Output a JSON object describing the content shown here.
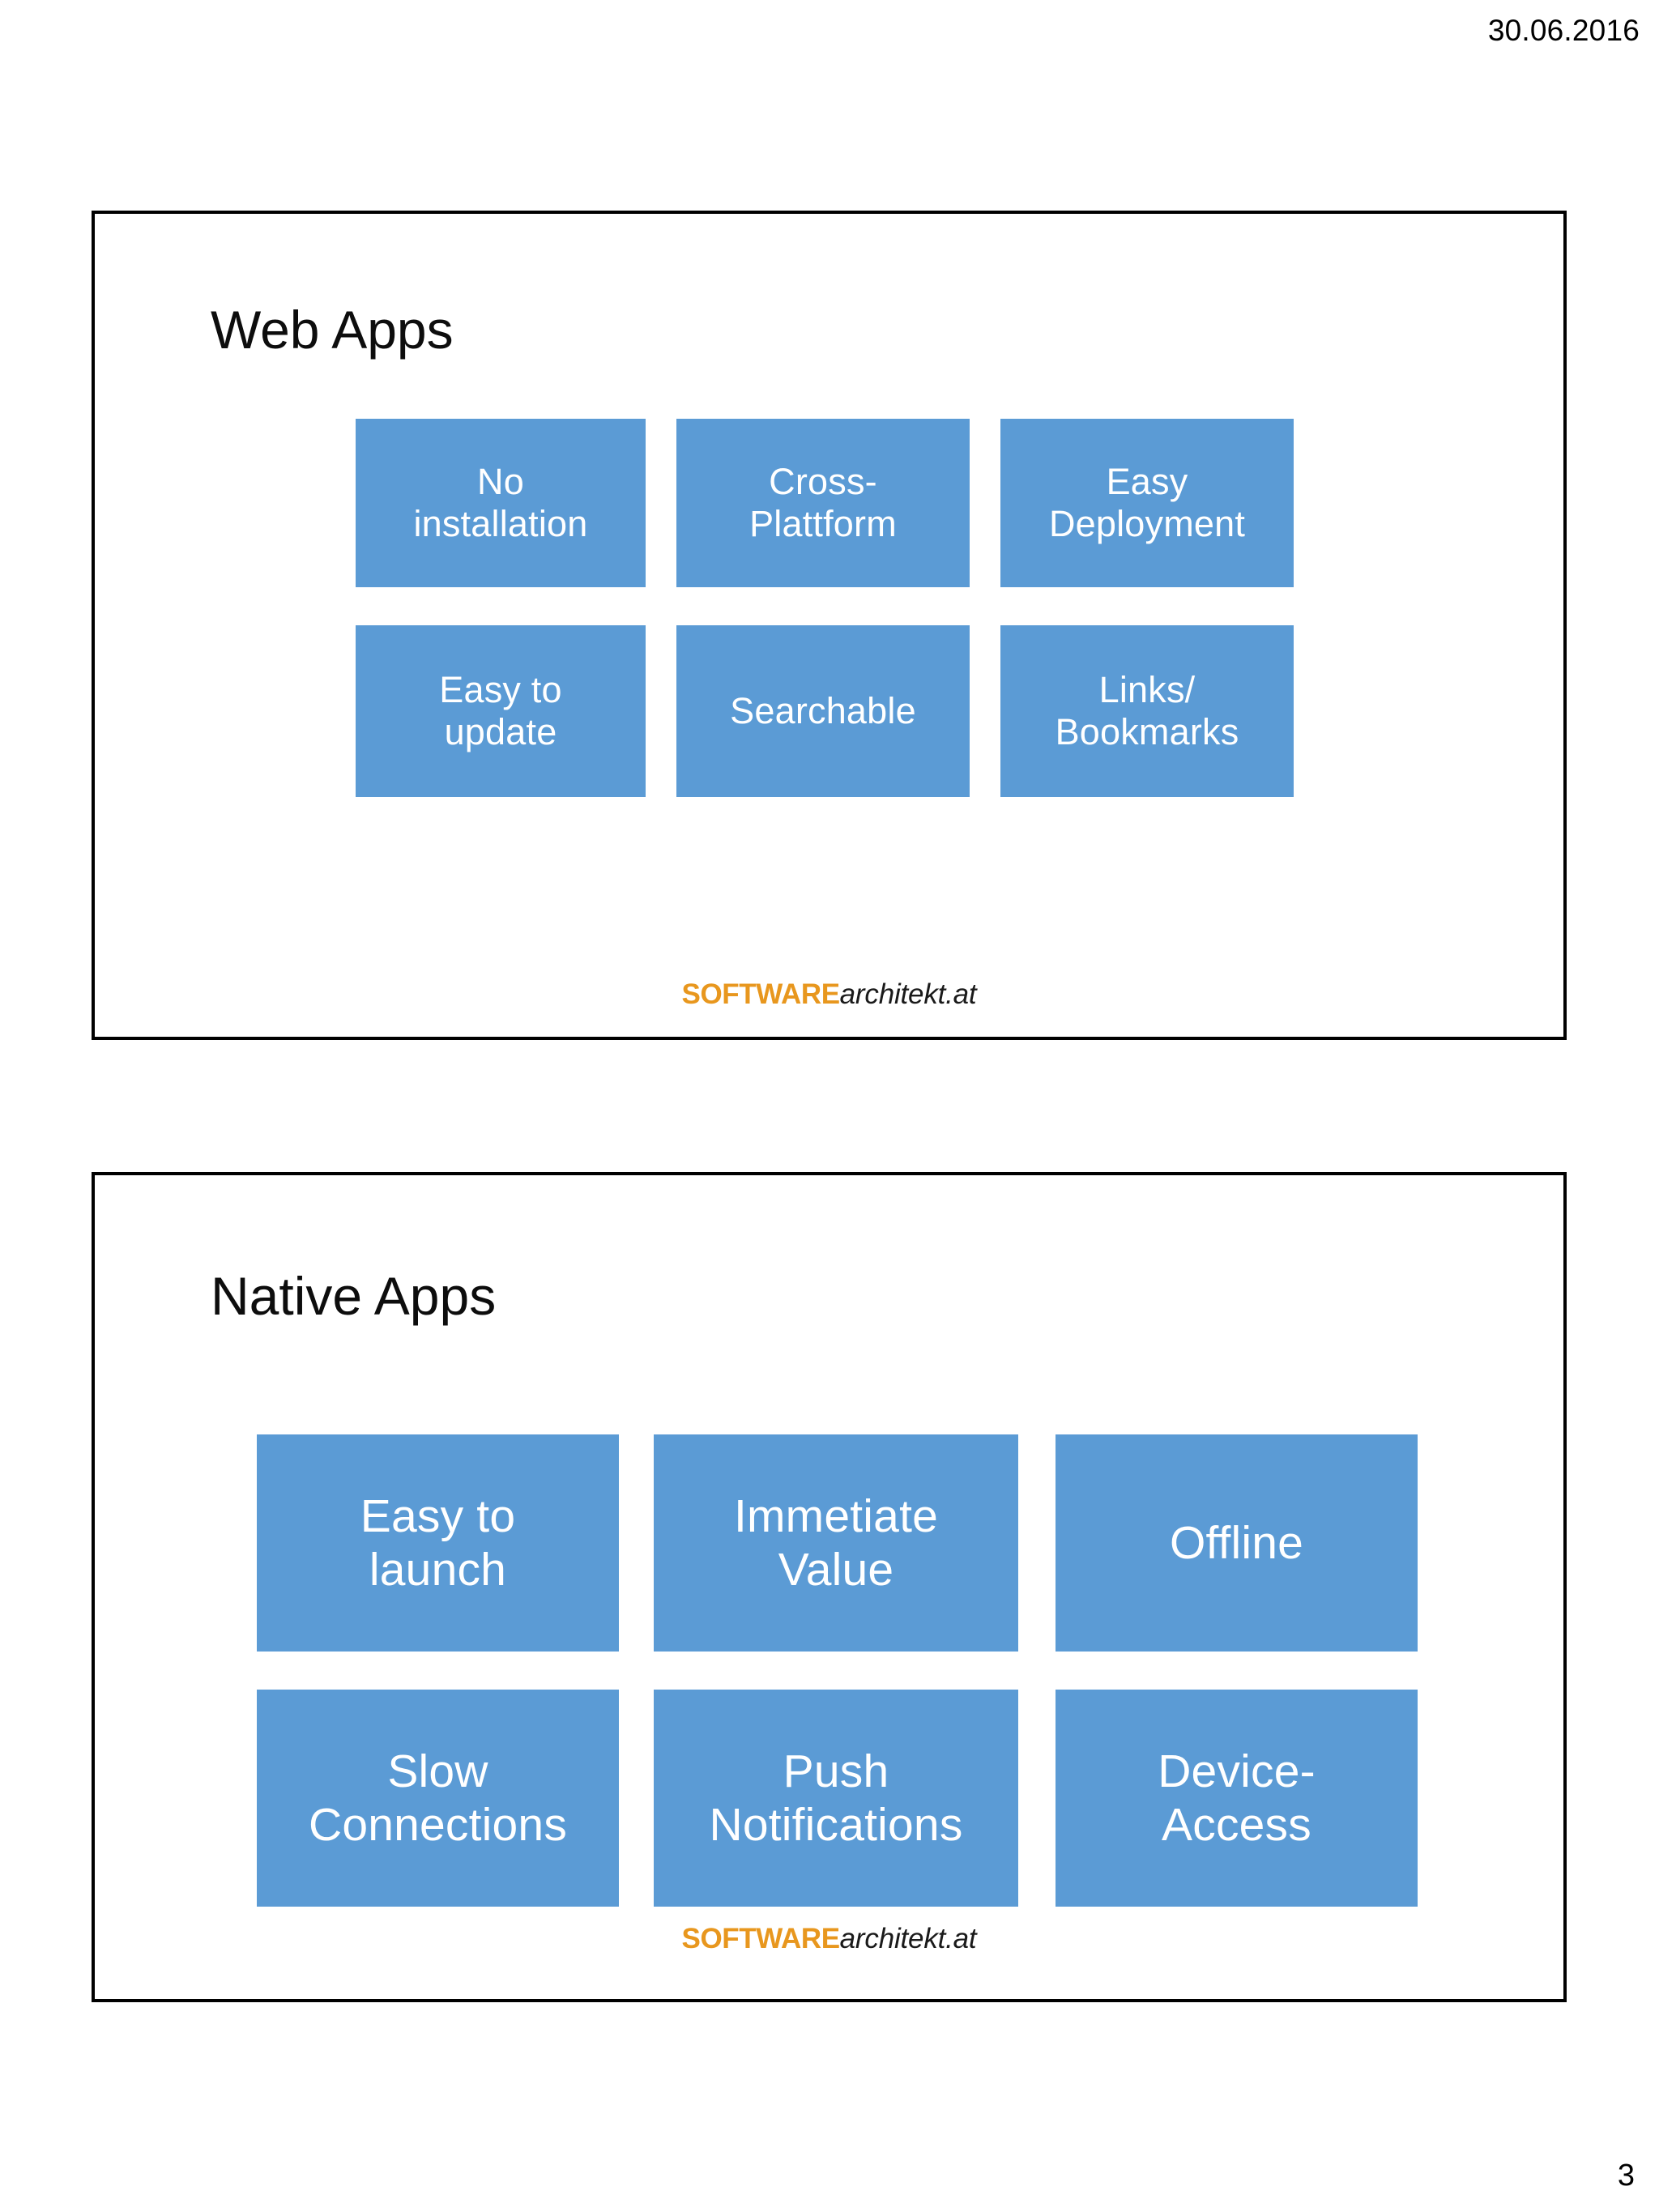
{
  "page": {
    "date": "30.06.2016",
    "number": "3"
  },
  "logo": {
    "primary": "SOFTWARE",
    "secondary": "architekt.at",
    "primary_color": "#E8971E",
    "secondary_color": "#1a1a1a"
  },
  "theme": {
    "tile_fill": "#5B9BD5",
    "tile_text": "#ffffff",
    "frame_border": "#000000",
    "background": "#ffffff"
  },
  "slides": [
    {
      "title": "Web Apps",
      "tiles": [
        {
          "label": "No\ninstallation"
        },
        {
          "label": "Cross-\nPlattform"
        },
        {
          "label": "Easy\nDeployment"
        },
        {
          "label": "Easy to\nupdate"
        },
        {
          "label": "Searchable"
        },
        {
          "label": "Links/\nBookmarks"
        }
      ]
    },
    {
      "title": "Native Apps",
      "tiles": [
        {
          "label": "Easy to\nlaunch"
        },
        {
          "label": "Immetiate\nValue"
        },
        {
          "label": "Offline"
        },
        {
          "label": "Slow\nConnections"
        },
        {
          "label": "Push\nNotifications"
        },
        {
          "label": "Device-\nAccess"
        }
      ]
    }
  ]
}
